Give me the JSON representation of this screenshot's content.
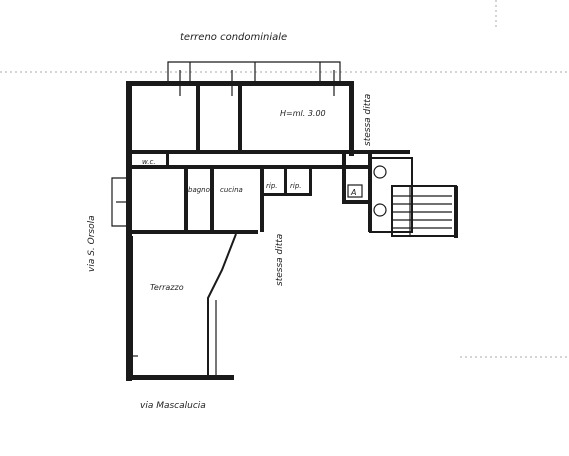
{
  "labels": {
    "top": "terreno condominiale",
    "bottom": "via Mascalucia",
    "left": "via S. Orsola",
    "right_upper": "stessa ditta",
    "right_mid": "stessa ditta",
    "room_height": "H=ml. 3.00",
    "wc": "w.c.",
    "bagno": "bagno",
    "cucina": "cucina",
    "rip1": "rip.",
    "rip2": "rip.",
    "a": "A",
    "terrazzo": "Terrazzo"
  },
  "colors": {
    "ink": "#1a1a1a",
    "paper": "#ffffff"
  }
}
